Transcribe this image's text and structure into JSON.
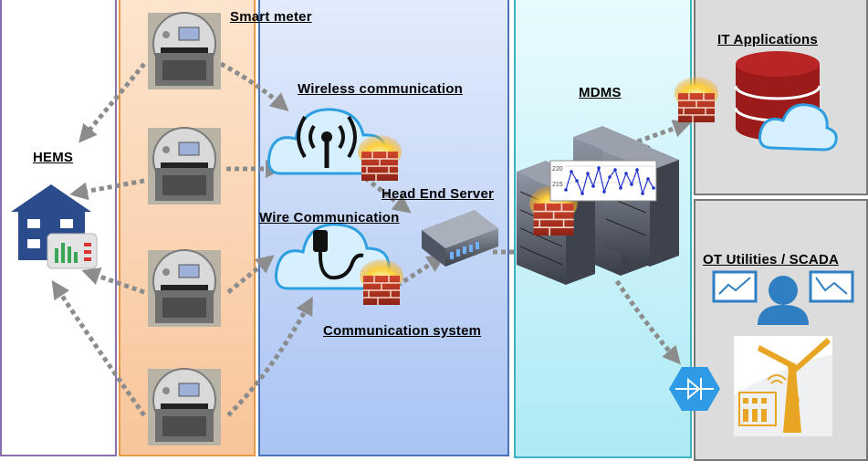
{
  "labels": {
    "smart_meter": "Smart meter",
    "wireless": "Wireless communication",
    "hems": "HEMS",
    "head_end": "Head End Server",
    "wire": "Wire Communication",
    "comm_system": "Communication system",
    "mdms": "MDMS",
    "it_apps": "IT Applications",
    "ot": "OT Utilities / SCADA"
  },
  "mdms_chart": {
    "y_ticks": [
      "220",
      "215"
    ]
  },
  "colors": {
    "hems_border": "#8a6fb0",
    "meters_fill": "#f8c59a",
    "comm_fill": "#a9c3f3",
    "mdms_fill": "#aeeaf4",
    "it_ot_fill": "#dcdcdc",
    "arrow": "#8c8c8c",
    "cloud": "#3ba7e6",
    "database": "#9b1b1b",
    "house": "#2a4c8c",
    "turbine": "#e8a524"
  },
  "icons": [
    "house-icon",
    "smart-meter-icon",
    "wireless-cloud-icon",
    "wired-cloud-icon",
    "firewall-icon",
    "server-icon",
    "server-rack-icon",
    "database-icon",
    "cloud-icon",
    "scada-user-icon",
    "diode-icon",
    "wind-turbine-icon"
  ]
}
